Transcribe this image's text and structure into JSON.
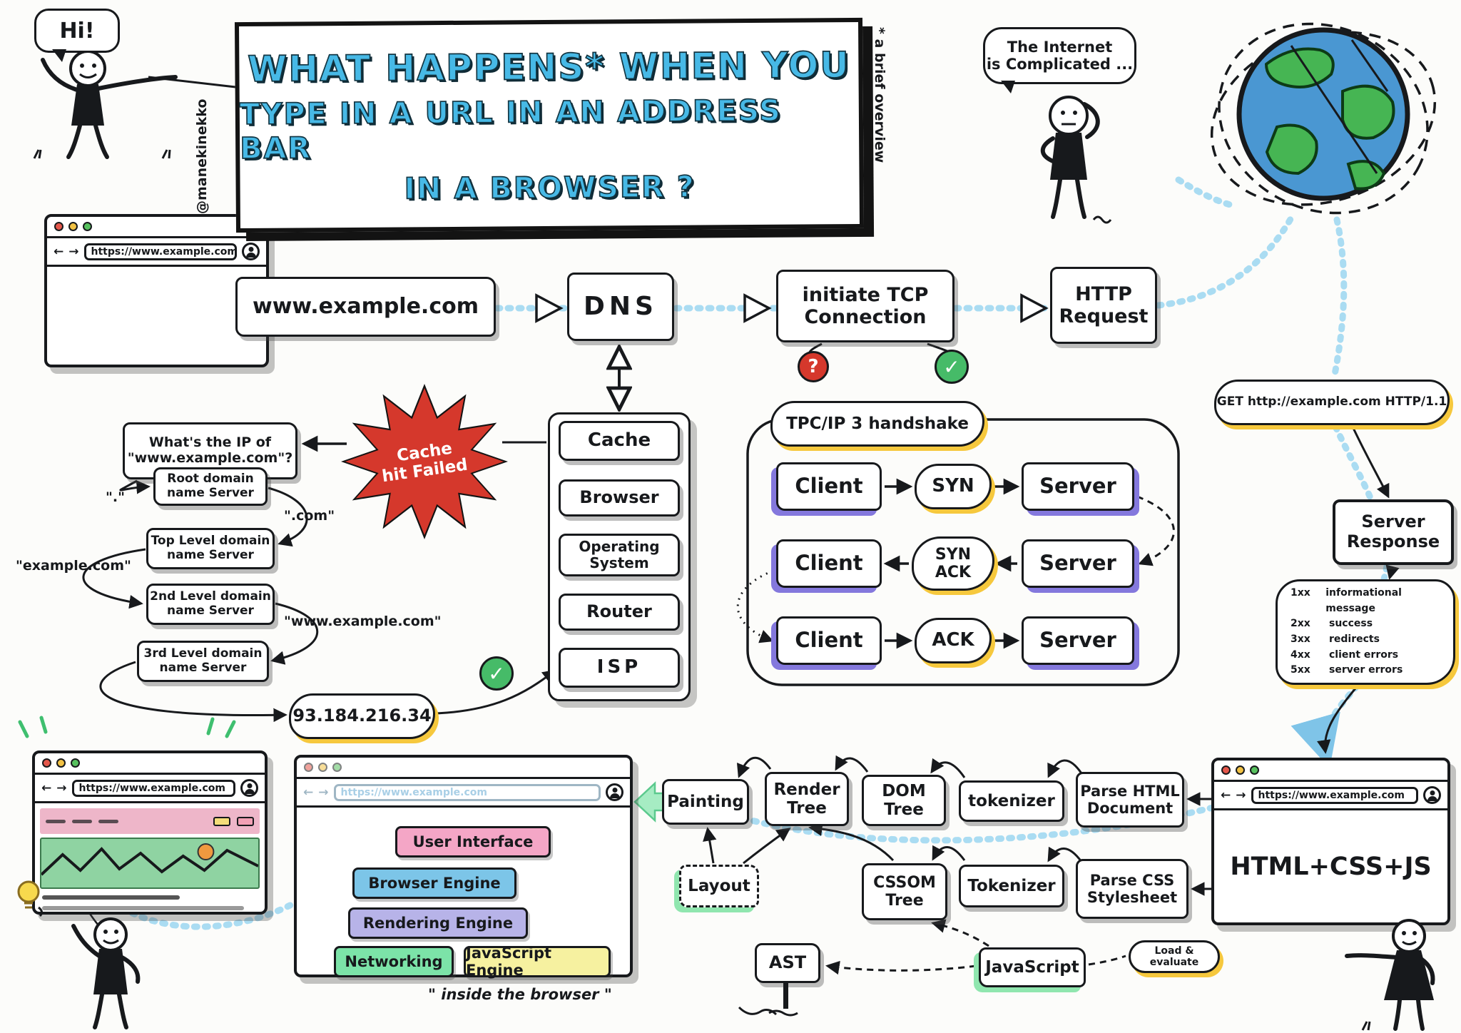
{
  "header": {
    "hi_bubble": "Hi!",
    "attribution": "@manekinekko",
    "title_line1": "WHAT HAPPENS* WHEN YOU",
    "title_line2": "TYPE IN A URL IN AN ADDRESS BAR",
    "title_line3": "IN A BROWSER ?",
    "footnote": "* a brief overview",
    "internet_bubble_line1": "The Internet",
    "internet_bubble_line2": "is Complicated ..."
  },
  "icons": {
    "back": "←",
    "forward": "→",
    "check": "✓",
    "question": "?"
  },
  "browser_chrome": {
    "url": "https://www.example.com"
  },
  "flow": {
    "url_box": "www.example.com",
    "dns": "DNS",
    "tcp_line1": "initiate TCP",
    "tcp_line2": "Connection",
    "http_line1": "HTTP",
    "http_line2": "Request"
  },
  "dns_lookup": {
    "stack": [
      "Cache",
      "Browser",
      "Operating System",
      "Router",
      "ISP"
    ],
    "cache_failed_line1": "Cache",
    "cache_failed_line2": "hit Failed",
    "question_line1": "What's the IP of",
    "question_line2": "\"www.example.com\"?",
    "servers": [
      {
        "note": "\".\"",
        "line1": "Root domain",
        "line2": "name Server"
      },
      {
        "note": "\".com\"",
        "line1": "Top Level domain",
        "line2": "name Server"
      },
      {
        "note": "\"example.com\"",
        "line1": "2nd Level domain",
        "line2": "name Server"
      },
      {
        "note": "\"www.example.com\"",
        "line1": "3rd Level domain",
        "line2": "name Server"
      }
    ],
    "resolved_ip": "93.184.216.34"
  },
  "handshake": {
    "label": "TPC/IP 3 handshake",
    "rows": [
      {
        "client": "Client",
        "packet": "SYN",
        "server": "Server"
      },
      {
        "client": "Client",
        "packet_line1": "SYN",
        "packet_line2": "ACK",
        "server": "Server"
      },
      {
        "client": "Client",
        "packet": "ACK",
        "server": "Server"
      }
    ]
  },
  "server_side": {
    "request_line": "GET http://example.com HTTP/1.1",
    "response_line1": "Server",
    "response_line2": "Response",
    "status_codes": [
      {
        "code": "1xx",
        "desc": "informational message"
      },
      {
        "code": "2xx",
        "desc": "success"
      },
      {
        "code": "3xx",
        "desc": "redirects"
      },
      {
        "code": "4xx",
        "desc": "client errors"
      },
      {
        "code": "5xx",
        "desc": "server errors"
      }
    ],
    "payload": "HTML+CSS+JS"
  },
  "rendering": {
    "painting": "Painting",
    "render_tree_line1": "Render",
    "render_tree_line2": "Tree",
    "dom_tree_line1": "DOM",
    "dom_tree_line2": "Tree",
    "tokenizer_html": "tokenizer",
    "parse_html_line1": "Parse HTML",
    "parse_html_line2": "Document",
    "layout": "Layout",
    "cssom_line1": "CSSOM",
    "cssom_line2": "Tree",
    "tokenizer_css": "Tokenizer",
    "parse_css_line1": "Parse CSS",
    "parse_css_line2": "Stylesheet",
    "javascript": "JavaScript",
    "load_evaluate": "Load & evaluate",
    "ast": "AST"
  },
  "browser_internals": {
    "caption": "\" inside the browser \"",
    "layers": [
      "User Interface",
      "Browser Engine",
      "Rendering Engine",
      "Networking",
      "JavaScript Engine"
    ]
  },
  "colors": {
    "title_blue": "#47b9e6",
    "starburst_red": "#d5382c",
    "check_green": "#46bb68",
    "purple_shadow": "#8478dd",
    "yellow_shadow": "#f6c83d",
    "green_shadow": "#90e6af",
    "dotted_blue": "#aadcf2",
    "layer_pink": "#f4a6c6",
    "layer_blue": "#7cc5e8",
    "layer_lavender": "#b7b3e8",
    "layer_green": "#7ce3a8",
    "layer_yellow": "#f6f1a0"
  }
}
